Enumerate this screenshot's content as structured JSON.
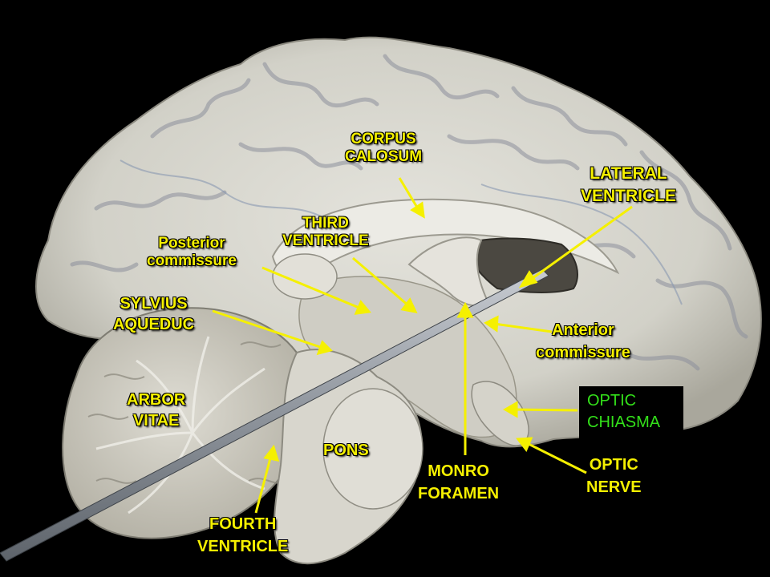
{
  "colors": {
    "background": "#000000",
    "label_yellow": "#f5f000",
    "label_green": "#33e01a",
    "tissue": "#dcdcd3",
    "tissue_shadow": "#b9b7ae"
  },
  "labels": {
    "corpus_calosum": [
      "CORPUS",
      "CALOSUM"
    ],
    "lateral_ventricle": [
      "LATERAL",
      "VENTRICLE"
    ],
    "third_ventricle": [
      "THIRD",
      "VENTRICLE"
    ],
    "posterior_commissure": [
      "Posterior",
      "commissure"
    ],
    "sylvius_aqueduc": [
      "SYLVIUS",
      "AQUEDUC"
    ],
    "anterior_commissure": [
      "Anterior",
      "commissure"
    ],
    "optic_chiasma": [
      "OPTIC",
      "CHIASMA"
    ],
    "arbor_vitae": [
      "ARBOR",
      "VITAE"
    ],
    "pons": [
      "PONS"
    ],
    "optic_nerve": [
      "OPTIC",
      "NERVE"
    ],
    "monro_foramen": [
      "MONRO",
      "FORAMEN"
    ],
    "fourth_ventricle": [
      "FOURTH",
      "VENTRICLE"
    ]
  }
}
